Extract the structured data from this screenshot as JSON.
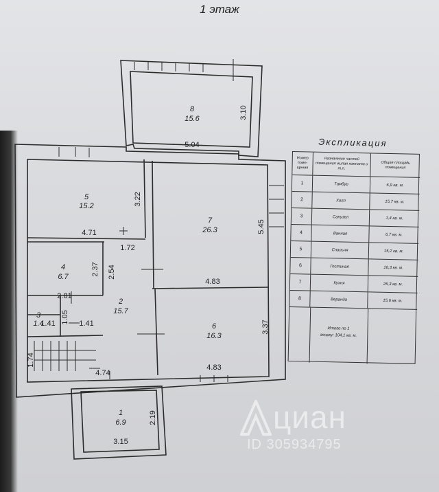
{
  "floor_title": "1 этаж",
  "rooms": [
    {
      "id": "room-1",
      "num": "1",
      "area": "6.9"
    },
    {
      "id": "room-2",
      "num": "2",
      "area": "15.7"
    },
    {
      "id": "room-3",
      "num": "3",
      "area": "1.4"
    },
    {
      "id": "room-4",
      "num": "4",
      "area": "6.7"
    },
    {
      "id": "room-5",
      "num": "5",
      "area": "15.2"
    },
    {
      "id": "room-6",
      "num": "6",
      "area": "16.3"
    },
    {
      "id": "room-7",
      "num": "7",
      "area": "26.3"
    },
    {
      "id": "room-8",
      "num": "8",
      "area": "15.6"
    }
  ],
  "dimensions": {
    "d_3_10": "3.10",
    "d_5_04": "5.04",
    "d_3_22": "3.22",
    "d_5_45": "5.45",
    "d_4_71": "4.71",
    "d_1_72": "1.72",
    "d_2_37": "2.37",
    "d_2_54": "2.54",
    "d_4_83_a": "4.83",
    "d_2_81": "2.81",
    "d_1_05": "1.05",
    "d_1_41_a": "1.41",
    "d_1_41_b": "1.41",
    "d_3_37": "3.37",
    "d_1_74": "1.74",
    "d_4_74": "4.74",
    "d_4_83_b": "4.83",
    "d_2_19": "2.19",
    "d_3_15": "3.15"
  },
  "explication": {
    "title": "Экспликация",
    "headers": [
      "Номер поме- щения",
      "Назначение частей помещения жилая комната и т.п.",
      "Общая площадь помещения"
    ],
    "rows": [
      {
        "num": "1",
        "name": "Тамбур",
        "area": "6,9 кв. м."
      },
      {
        "num": "2",
        "name": "Холл",
        "area": "15,7 кв. м."
      },
      {
        "num": "3",
        "name": "Санузел",
        "area": "1,4 кв. м."
      },
      {
        "num": "4",
        "name": "Ванная",
        "area": "6,7 кв. м."
      },
      {
        "num": "5",
        "name": "Спальня",
        "area": "15,2 кв. м."
      },
      {
        "num": "6",
        "name": "Гостиная",
        "area": "16,3 кв. м."
      },
      {
        "num": "7",
        "name": "Кухня",
        "area": "26,3 кв. м."
      },
      {
        "num": "8",
        "name": "Веранда",
        "area": "15,6 кв. м."
      }
    ],
    "total_line1": "Итого по 1",
    "total_line2": "этажу: 104,1 кв. м."
  },
  "watermark": {
    "brand": "циан",
    "id": "ID 305934795"
  },
  "colors": {
    "line": "#2b2b2b",
    "paper": "#dcdde0",
    "watermark": "#ffffff"
  }
}
